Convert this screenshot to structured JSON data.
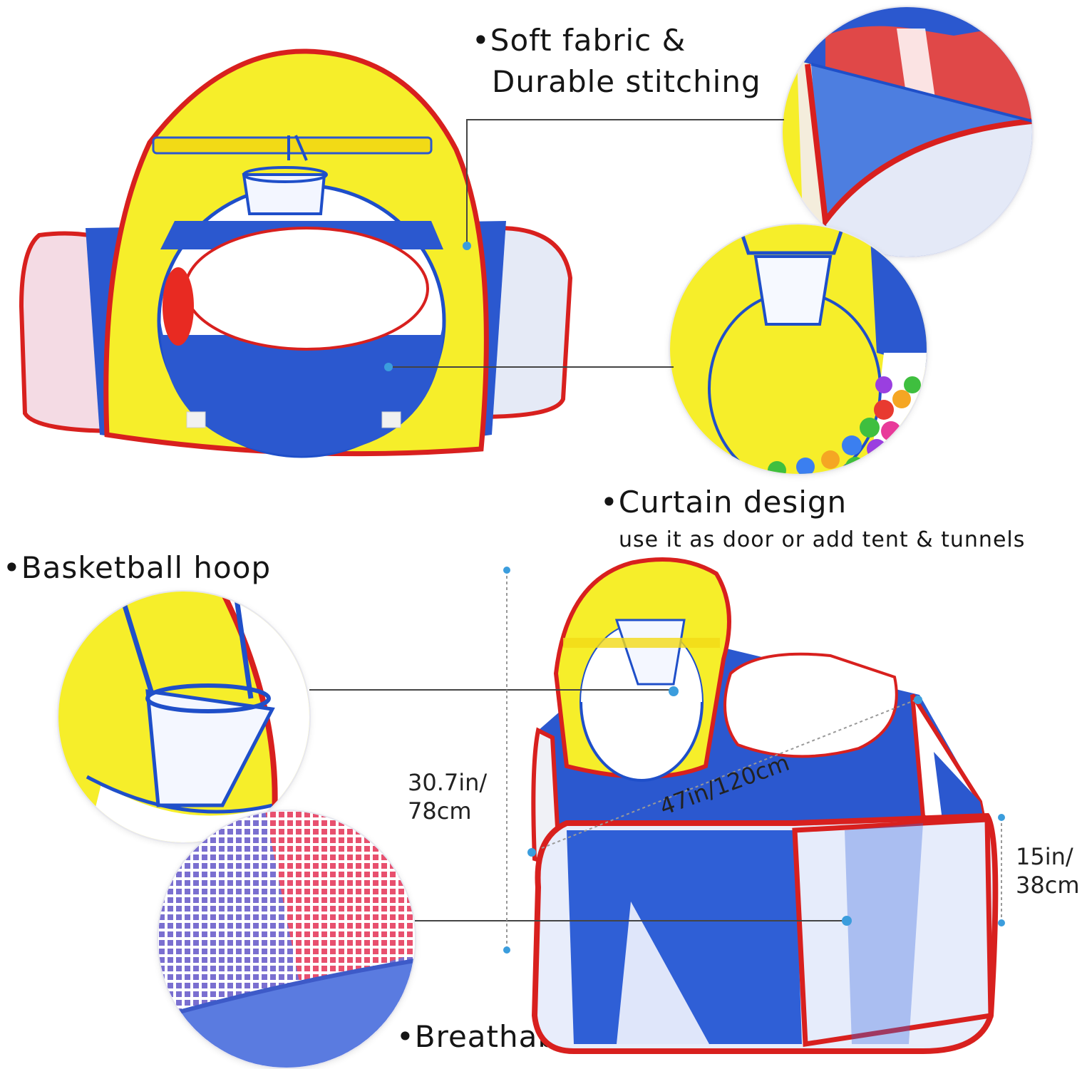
{
  "features": {
    "fabric_line1": "Soft fabric &",
    "fabric_line2": "Durable stitching",
    "curtain_title": "Curtain design",
    "curtain_sub": "use it as door or add tent & tunnels",
    "hoop": "Basketball hoop",
    "mesh": "Breathable mesh"
  },
  "dimensions": {
    "height_line1": "30.7in/",
    "height_line2": "78cm",
    "diameter": "47in/120cm",
    "side_line1": "15in/",
    "side_line2": "38cm"
  },
  "colors": {
    "yellow": "#f6ee2a",
    "blue": "#1f4fc9",
    "red": "#d8201e",
    "mesh": "#eef2ff",
    "accent": "#3b9ddd"
  }
}
